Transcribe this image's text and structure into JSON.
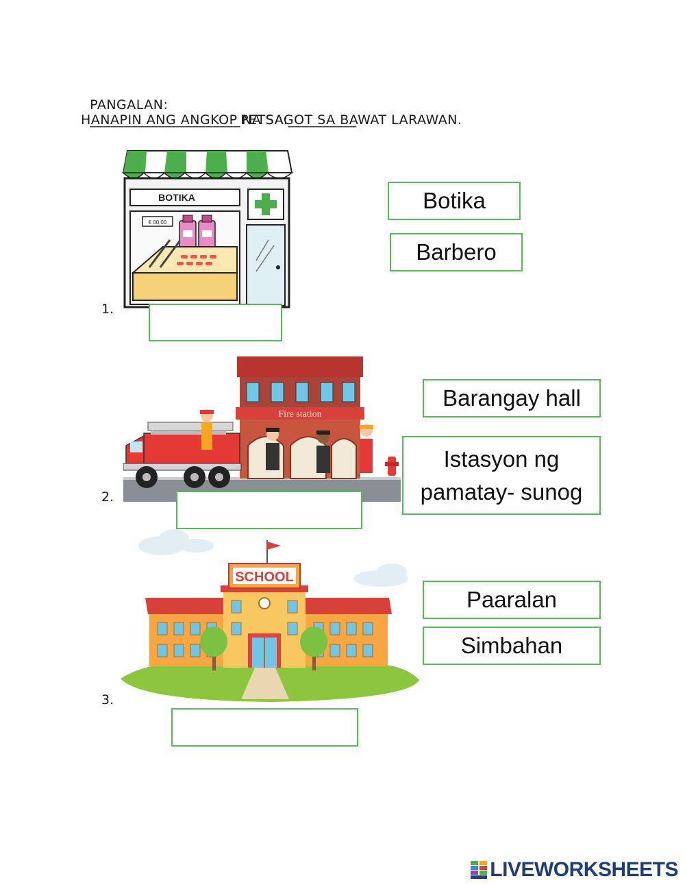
{
  "header": {
    "name_label": "PANGALAN:",
    "name_blank": "______________________",
    "date_label": "PETSA:",
    "date_blank": "__________",
    "instruction": "HANAPIN ANG ANGKOP NA SAGOT SA BAWAT LARAWAN."
  },
  "items": [
    {
      "number": "1.",
      "image_sign": "BOTIKA",
      "image_price": "€ 00,00",
      "choices": [
        "Botika",
        "Barbero"
      ]
    },
    {
      "number": "2.",
      "image_sign": "Fire station",
      "choices": [
        "Barangay hall",
        "Istasyon ng pamatay- sunog"
      ]
    },
    {
      "number": "3.",
      "image_sign": "SCHOOL",
      "choices": [
        "Paaralan",
        "Simbahan"
      ]
    }
  ],
  "footer": {
    "logo_text": "LIVEWORKSHEETS"
  },
  "colors": {
    "box_border": "#5cb85c",
    "awning_green": "#4cae4c",
    "roof_red": "#d8403a",
    "logo_blue": "#1f3d7a"
  }
}
